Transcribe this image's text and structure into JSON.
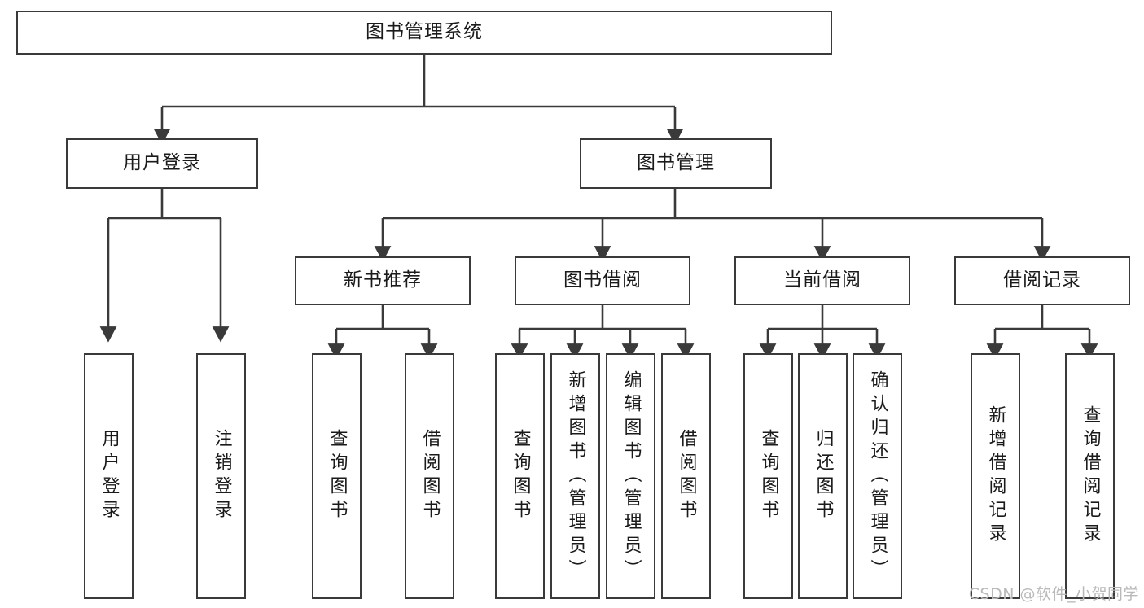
{
  "diagram": {
    "title": "图书管理系统",
    "type": "hierarchy-tree",
    "watermark": "CSDN @软件_小贺同学",
    "colors": {
      "box_border": "#3a3a3a",
      "box_fill": "#ffffff",
      "connector": "#3a3a3a",
      "text": "#1a1a1a",
      "watermark": "#b9b9b9"
    },
    "levels": {
      "root": {
        "label": "图书管理系统"
      },
      "level2": [
        {
          "label": "用户登录"
        },
        {
          "label": "图书管理"
        }
      ],
      "level3": [
        {
          "label": "新书推荐"
        },
        {
          "label": "图书借阅"
        },
        {
          "label": "当前借阅"
        },
        {
          "label": "借阅记录"
        }
      ],
      "leaves": {
        "user_login": [
          {
            "label": "用户登录"
          },
          {
            "label": "注销登录"
          }
        ],
        "new_book_recommend": [
          {
            "label": "查询图书"
          },
          {
            "label": "借阅图书"
          }
        ],
        "book_borrow": [
          {
            "label": "查询图书"
          },
          {
            "label": "新增图书（管理员）"
          },
          {
            "label": "编辑图书（管理员）"
          },
          {
            "label": "借阅图书"
          }
        ],
        "current_borrow": [
          {
            "label": "查询图书"
          },
          {
            "label": "归还图书"
          },
          {
            "label": "确认归还（管理员）"
          }
        ],
        "borrow_records": [
          {
            "label": "新增借阅记录"
          },
          {
            "label": "查询借阅记录"
          }
        ]
      }
    }
  }
}
